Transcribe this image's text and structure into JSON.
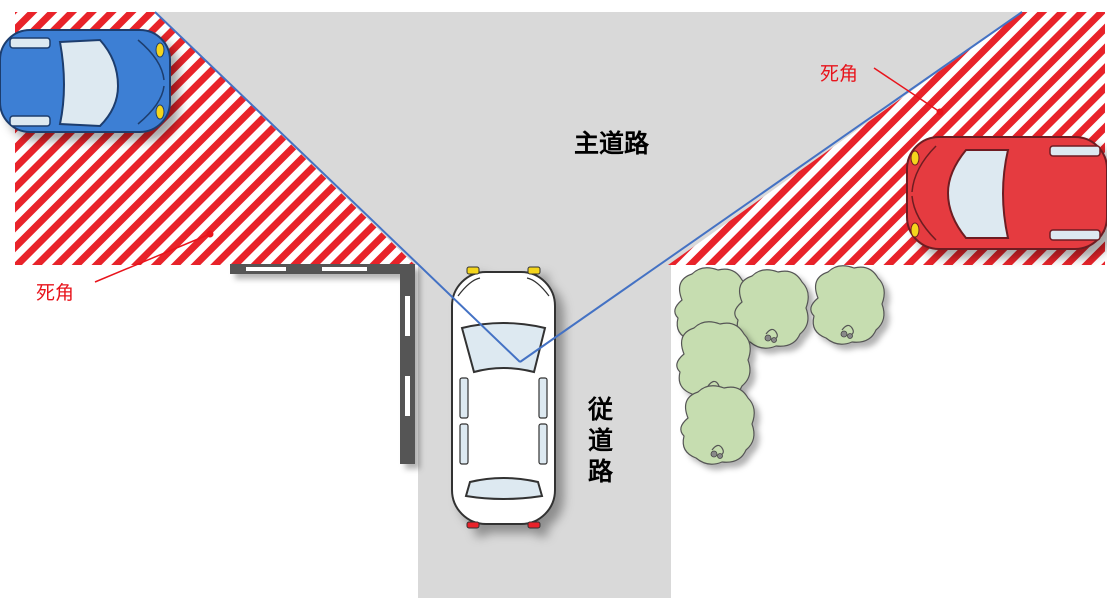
{
  "labels": {
    "main_road": "主道路",
    "side_road_chars": [
      "従",
      "道",
      "路"
    ],
    "blind_spot_left": "死角",
    "blind_spot_right": "死角"
  },
  "colors": {
    "road": "#d9d9d9",
    "hatch_red": "#e8232a",
    "sight_line": "#4472c4",
    "blind_label": "#e8141c",
    "car_blue": "#3d7fd4",
    "car_red": "#e53a3f",
    "car_white": "#ffffff",
    "tree": "#c6ddb0"
  },
  "icons": {
    "blue_car": "blue-car-icon",
    "red_car": "red-car-icon",
    "white_car": "white-car-icon",
    "trees": "tree-icon"
  }
}
